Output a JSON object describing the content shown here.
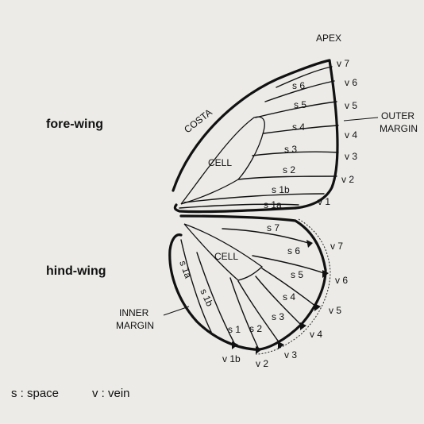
{
  "title_fore": "fore-wing",
  "title_hind": "hind-wing",
  "labels": {
    "apex": "APEX",
    "costa": "COSTA",
    "outer_margin_1": "OUTER",
    "outer_margin_2": "MARGIN",
    "inner_margin_1": "INNER",
    "inner_margin_2": "MARGIN",
    "cell": "CELL"
  },
  "fore_veins": [
    "v 7",
    "v 6",
    "v 5",
    "v 4",
    "v 3",
    "v 2",
    "v 1"
  ],
  "fore_spaces": [
    "s 6",
    "s 5",
    "s 4",
    "s 3",
    "s 2",
    "s 1b",
    "s 1a"
  ],
  "hind_veins": [
    "v 7",
    "v 6",
    "v 5",
    "v 4",
    "v 3",
    "v 2",
    "v 1b"
  ],
  "hind_spaces": [
    "s 7",
    "s 6",
    "s 5",
    "s 4",
    "s 3",
    "s 2",
    "s 1",
    "s 1b",
    "s 1a"
  ],
  "legend": {
    "space": "s : space",
    "vein": "v : vein"
  }
}
